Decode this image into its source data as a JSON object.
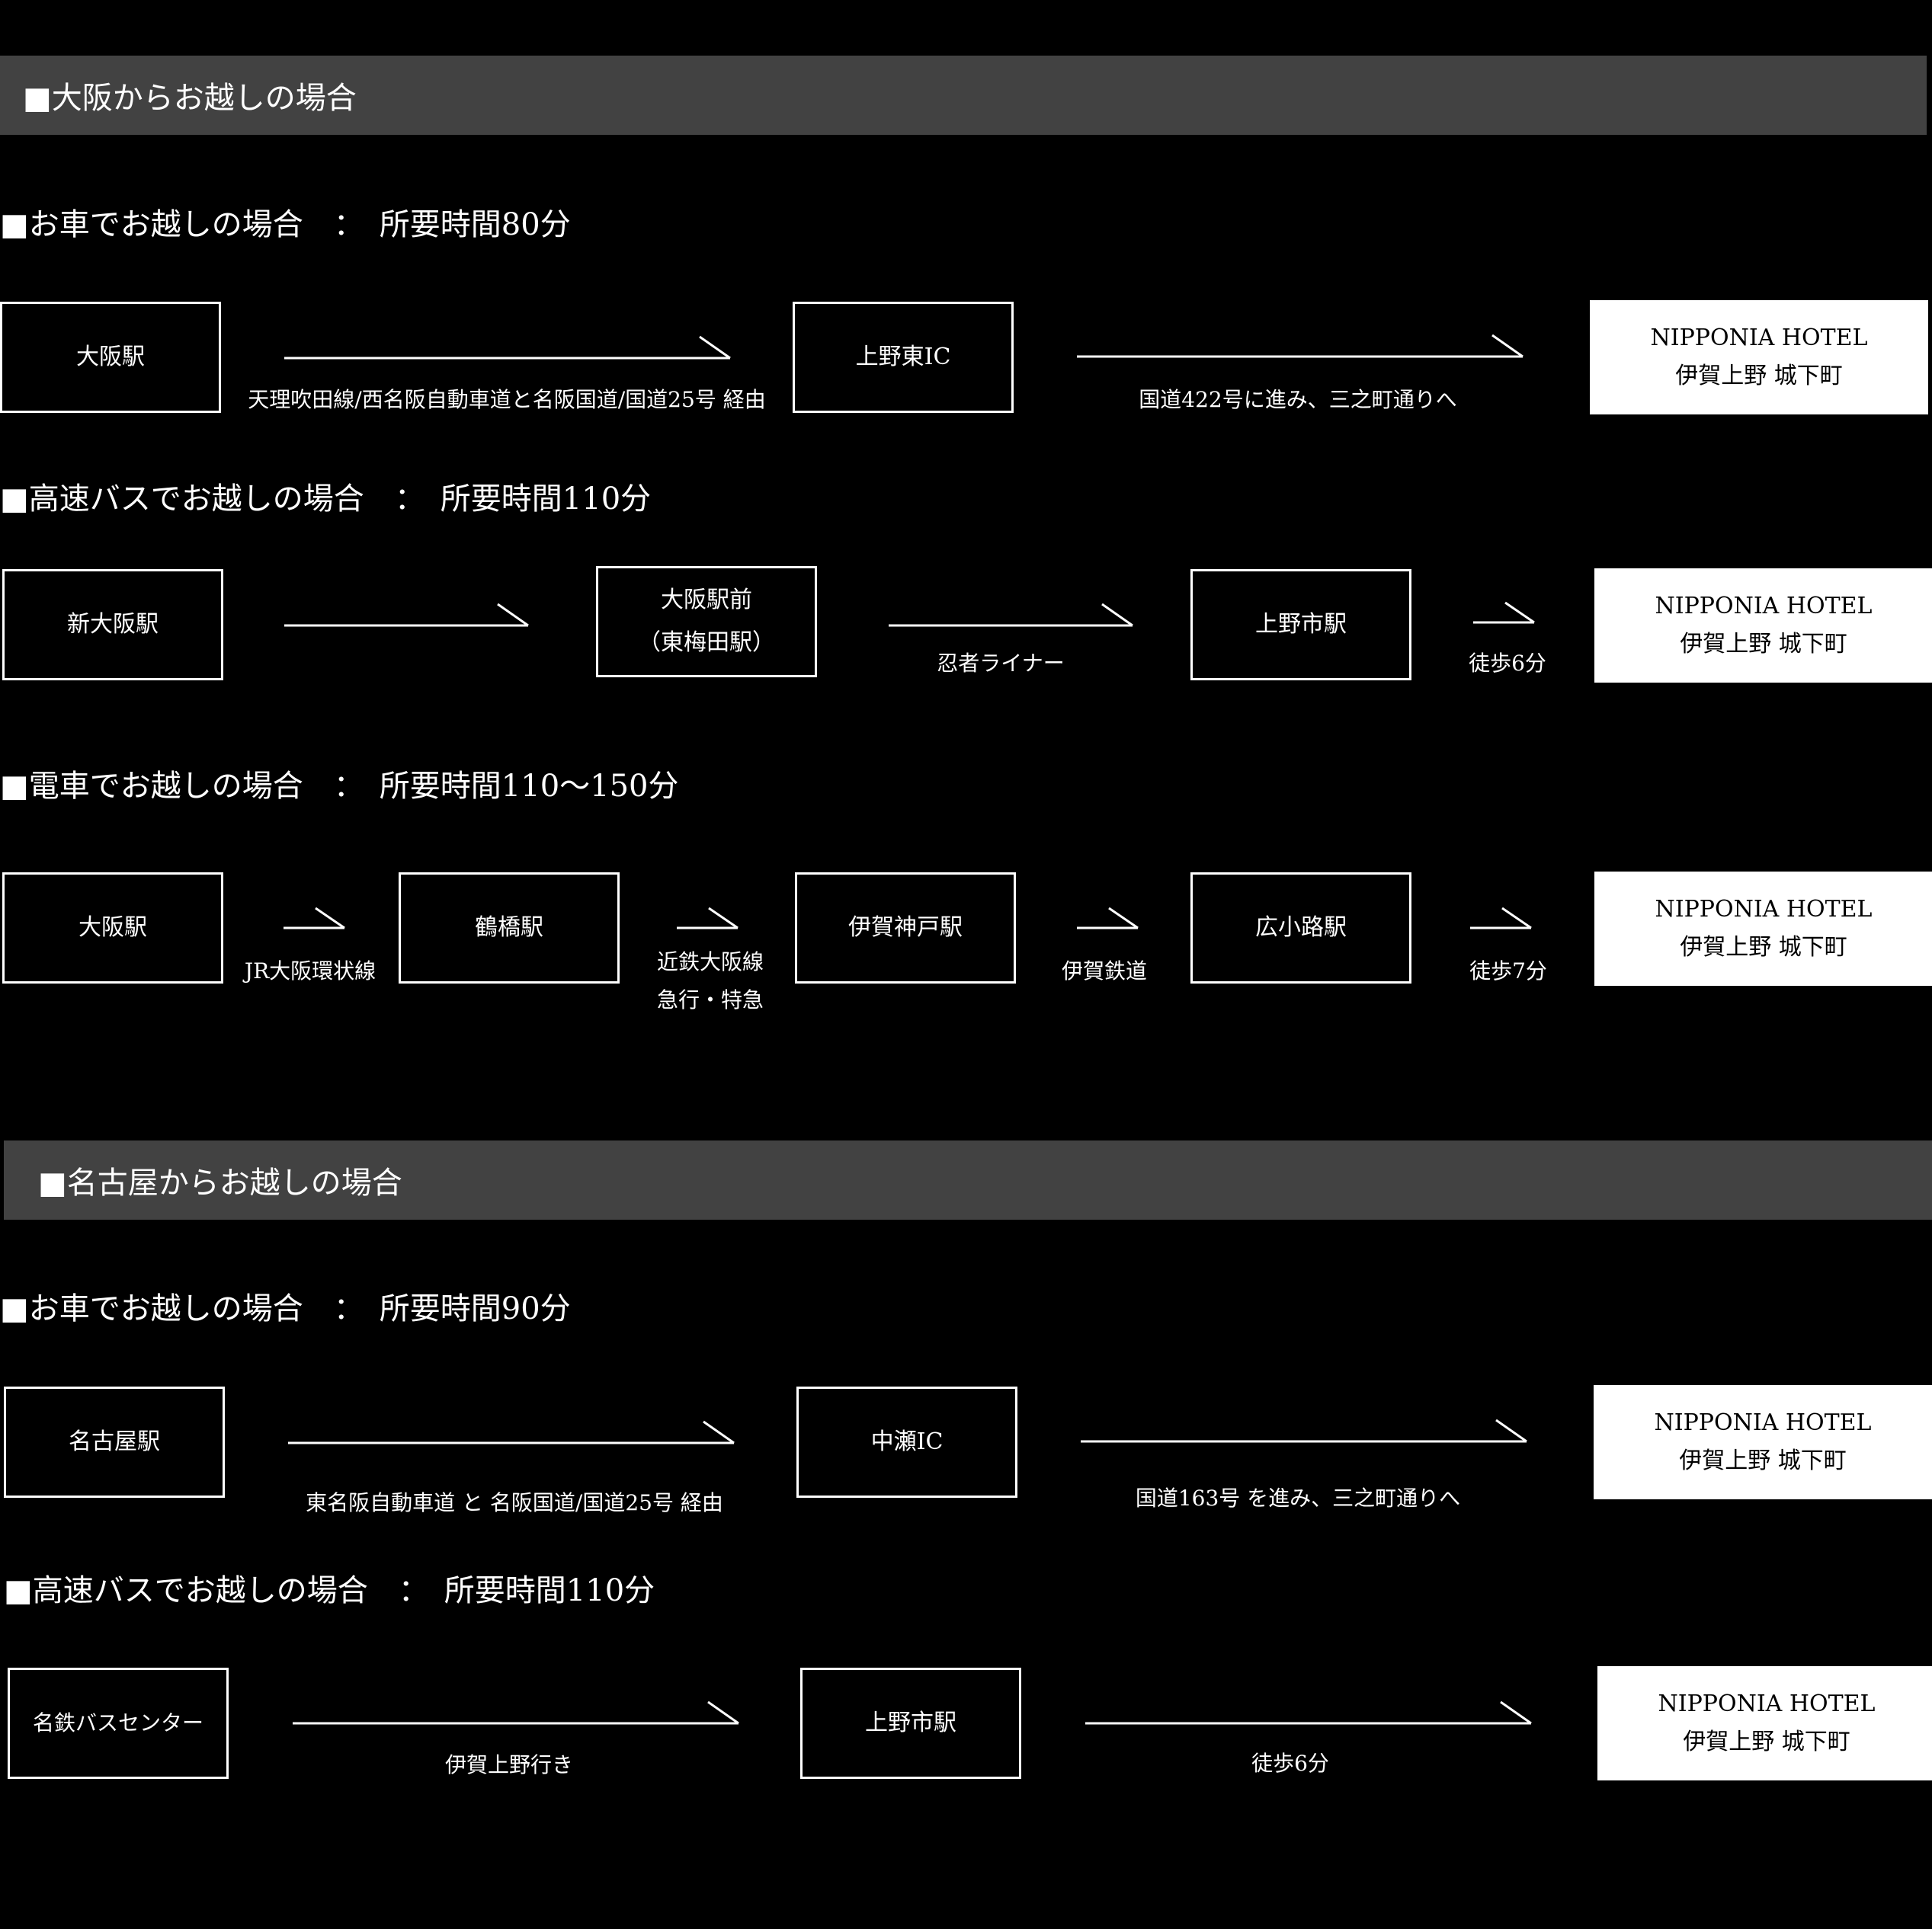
{
  "osaka": {
    "banner": "■大阪からお越しの場合",
    "car": {
      "heading": "■お車でお越しの場合　：　所要時間80分",
      "boxes": [
        "大阪駅",
        "上野東IC"
      ],
      "labels": [
        "天理吹田線/西名阪自動車道と名阪国道/国道25号 経由",
        "国道422号に進み、三之町通りへ"
      ]
    },
    "bus": {
      "heading": "■高速バスでお越しの場合　：　所要時間110分",
      "boxes": [
        "新大阪駅",
        "大阪駅前",
        "（東梅田駅）",
        "上野市駅"
      ],
      "labels": [
        "忍者ライナー",
        "徒歩6分"
      ]
    },
    "train": {
      "heading": "■電車でお越しの場合　：　所要時間110〜150分",
      "boxes": [
        "大阪駅",
        "鶴橋駅",
        "伊賀神戸駅",
        "広小路駅"
      ],
      "labels": [
        "JR大阪環状線",
        "近鉄大阪線",
        "急行・特急",
        "伊賀鉄道",
        "徒歩7分"
      ]
    }
  },
  "nagoya": {
    "banner": "■名古屋からお越しの場合",
    "car": {
      "heading": "■お車でお越しの場合　：　所要時間90分",
      "boxes": [
        "名古屋駅",
        "中瀬IC"
      ],
      "labels": [
        "東名阪自動車道 と 名阪国道/国道25号 経由",
        "国道163号 を進み、三之町通りへ"
      ]
    },
    "bus": {
      "heading": "■高速バスでお越しの場合　：　所要時間110分",
      "boxes": [
        "名鉄バスセンター",
        "上野市駅"
      ],
      "labels": [
        "伊賀上野行き",
        "徒歩6分"
      ]
    }
  },
  "hotel": {
    "name": "NIPPONIA HOTEL",
    "location": "伊賀上野 城下町"
  }
}
